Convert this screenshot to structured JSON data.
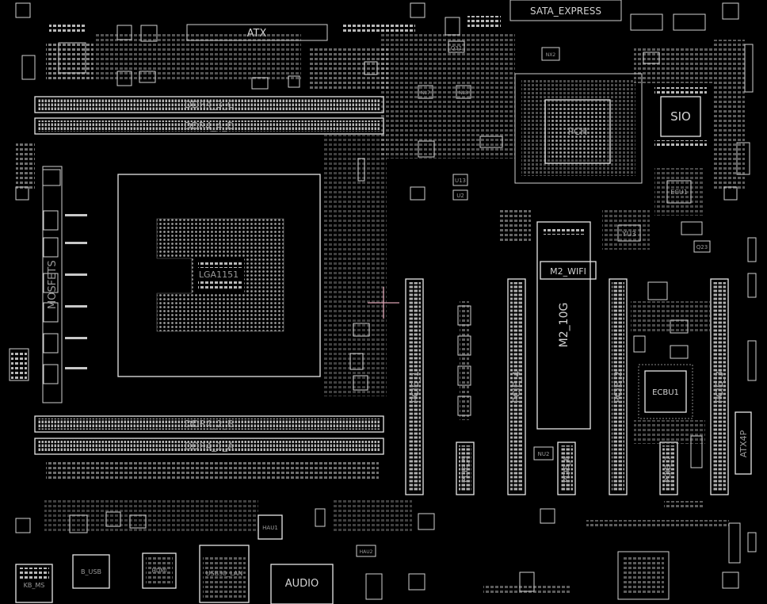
{
  "board": {
    "background": "#000000",
    "outline_color": "#d0d0d0",
    "cursor_color": "#d8a0b0"
  },
  "labels": {
    "atx": "ATX",
    "sata_express": "SATA_EXPRESS",
    "ddr4_3_c": "DDR4_3_C",
    "ddr4_4_d": "DDR4_4_D",
    "ddr4_2_b": "DDR4_2_B",
    "ddr4_1_a": "DDR4_1_A",
    "sio": "SIO",
    "m2_wifi": "M2_WIFI",
    "m2_10g": "M2_10G",
    "pcie_1": "PCIE_1",
    "pcie_2": "PCIE_2",
    "pcie_3": "PCIE_3",
    "pcie_4": "PCIE_4",
    "pcie_5": "PCIE_5",
    "pcie_6": "PCIE_6",
    "pcie_7": "PCIE_7",
    "atx4p": "ATX4P",
    "ecbu1": "ECBU1",
    "ecu1": "ECU1",
    "yu3": "YU3",
    "q23": "Q23",
    "u13": "U13",
    "u2": "U2",
    "nu2": "NU2",
    "nx2": "NX2",
    "q31": "Q31",
    "nl7": "NL7",
    "nl8": "NL8",
    "audio": "AUDIO",
    "usb30_lan": "USB30_LAN",
    "kb_ms": "KB_MS",
    "hau1": "HAU1",
    "hau2": "HAU2",
    "mosfets": "MOSFETS",
    "cpu_socket": "LGA1151",
    "pch": "PCH",
    "b_usb": "B_USB",
    "hdmi": "HDMI"
  }
}
